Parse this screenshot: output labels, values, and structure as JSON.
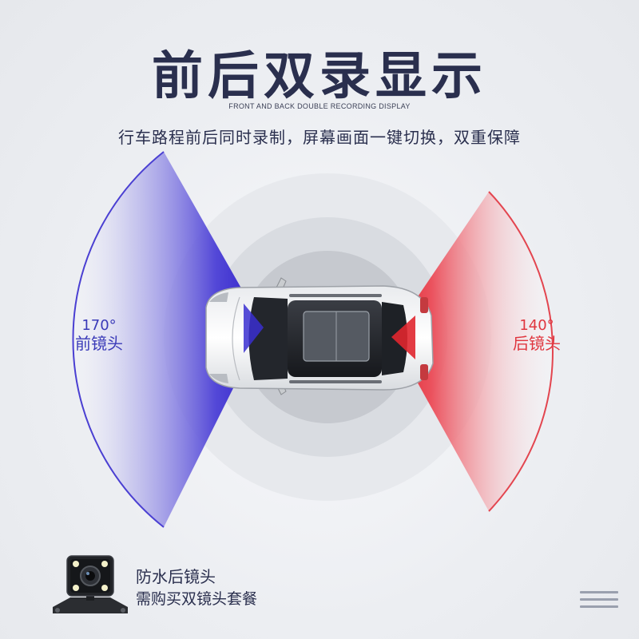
{
  "header": {
    "title": "前后双录显示",
    "subtitle_en": "FRONT AND BACK DOUBLE RECORDING DISPLAY",
    "tagline": "行车路程前后同时录制，屏幕画面一键切换，双重保障"
  },
  "front_camera": {
    "angle": "170°",
    "label": "前镜头",
    "color": "#3a3ab8"
  },
  "rear_camera": {
    "angle": "140°",
    "label": "后镜头",
    "color": "#e0363f"
  },
  "product": {
    "title": "防水后镜头",
    "subtitle": "需购买双镜头套餐"
  },
  "menu": {
    "icon": "menu-icon"
  }
}
